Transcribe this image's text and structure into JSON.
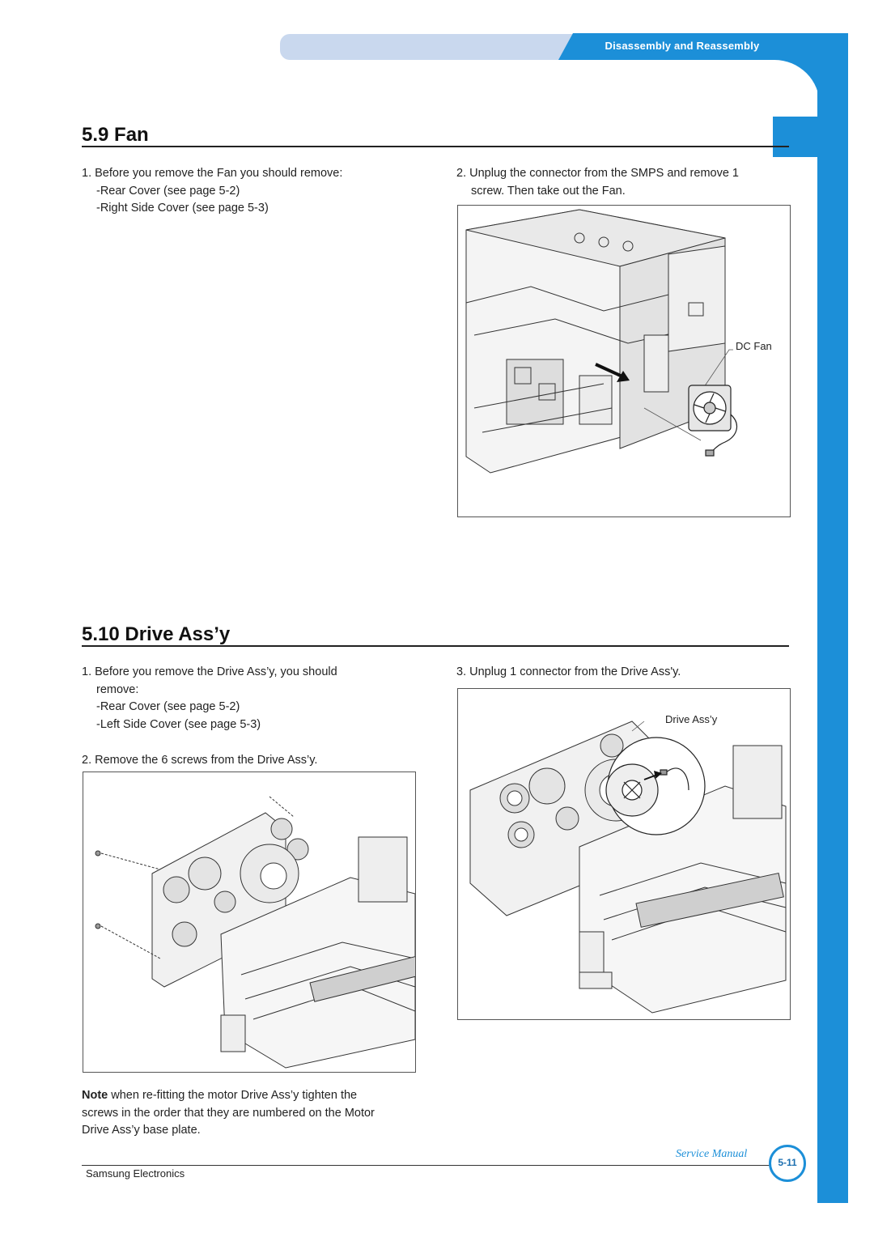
{
  "header": {
    "label": "Disassembly and Reassembly"
  },
  "section_fan": {
    "title": "5.9  Fan",
    "step1": {
      "text": "1. Before you remove the Fan you should remove:",
      "items": [
        "-Rear Cover (see page 5-2)",
        "-Right Side Cover (see page 5-3)"
      ]
    },
    "step2": {
      "line1": "2. Unplug the connector from the SMPS and remove 1",
      "line2": "screw. Then take out the Fan."
    },
    "figure_callout": "DC Fan"
  },
  "section_drive": {
    "title": "5.10  Drive Ass’y",
    "step1": {
      "line1": "1. Before you remove the Drive Ass’y, you should",
      "line2": "remove:",
      "items": [
        "-Rear Cover (see page 5-2)",
        "-Left Side Cover (see page 5-3)"
      ]
    },
    "step2": "2. Remove the 6 screws from the Drive Ass’y.",
    "step3": "3. Unplug 1 connector from the Drive Ass'y.",
    "figure_callout": "Drive Ass’y",
    "note": {
      "label": "Note",
      "line1": " when re-fitting the motor Drive Ass’y tighten the",
      "line2": "screws in the order that they are numbered on the Motor",
      "line3": "Drive Ass’y base plate."
    }
  },
  "footer": {
    "company": "Samsung Electronics",
    "manual_label": "Service Manual",
    "page_number": "5-11"
  }
}
